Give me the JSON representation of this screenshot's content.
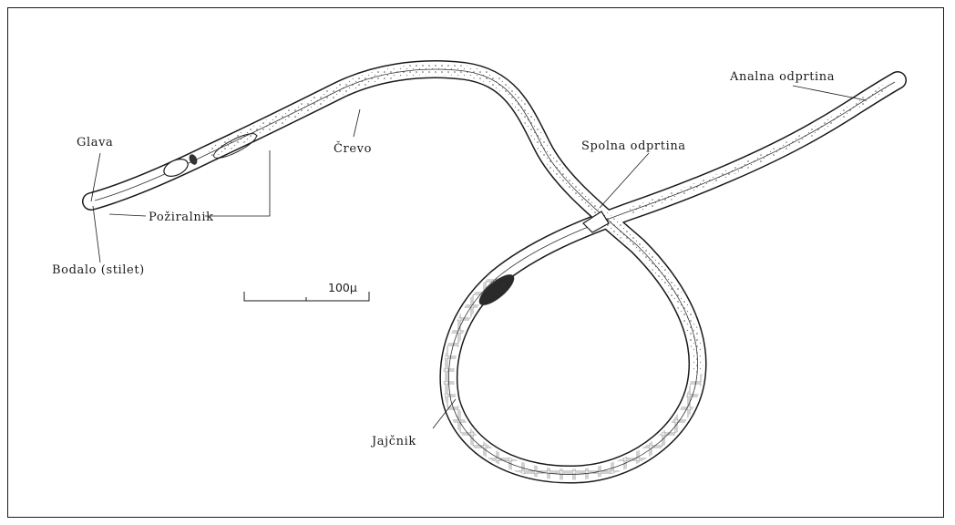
{
  "diagram": {
    "labels": {
      "head": "Glava",
      "esophagus": "Požiralnik",
      "stylet": "Bodalo (stilet)",
      "intestine": "Črevo",
      "vulva": "Spolna odprtina",
      "anus": "Analna odprtina",
      "ovary": "Jajčnik"
    },
    "scale_bar": "100µ"
  }
}
